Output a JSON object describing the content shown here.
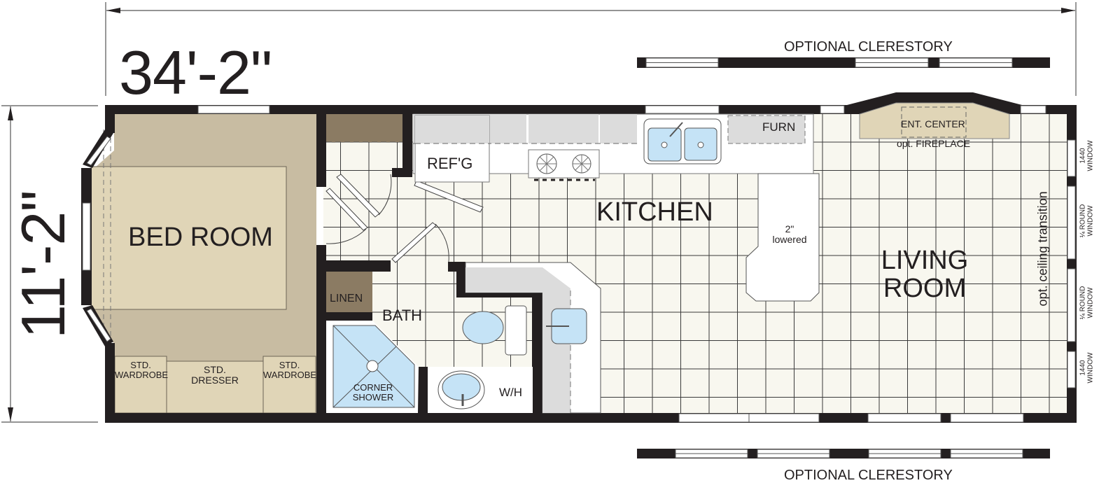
{
  "dimensions": {
    "overall_length": "34'-2\"",
    "overall_width": "11'-2\""
  },
  "clerestory": {
    "top_label": "OPTIONAL CLERESTORY",
    "bottom_label": "OPTIONAL CLERESTORY"
  },
  "rooms": {
    "bedroom": "BED ROOM",
    "kitchen": "KITCHEN",
    "living_line1": "LIVING",
    "living_line2": "ROOM",
    "bath": "BATH"
  },
  "fixtures": {
    "refrigerator": "REF'G",
    "furnace": "FURN",
    "ent_center": "ENT. CENTER",
    "fireplace": "opt. FIREPLACE",
    "island_line1": "2\"",
    "island_line2": "lowered",
    "linen": "LINEN",
    "shower_line1": "CORNER",
    "shower_line2": "SHOWER",
    "water_heater": "W/H",
    "wardrobe_left_line1": "STD.",
    "wardrobe_left_line2": "WARDROBE",
    "dresser_line1": "STD.",
    "dresser_line2": "DRESSER",
    "wardrobe_right_line1": "STD.",
    "wardrobe_right_line2": "WARDROBE"
  },
  "annotations": {
    "ceiling_transition": "opt. ceiling transition",
    "windows": [
      {
        "line1": "1440",
        "line2": "WINDOW"
      },
      {
        "line1": "¼ ROUND",
        "line2": "WINDOW"
      },
      {
        "line1": "¼ ROUND",
        "line2": "WINDOW"
      },
      {
        "line1": "1440",
        "line2": "WINDOW"
      }
    ]
  },
  "colors": {
    "wall": "#231f20",
    "floor_tile": "#f8f7ef",
    "bedroom_carpet": "#c8bca2",
    "bed": "#e0d5b7",
    "closet_dark": "#8b7b63",
    "counter": "#dcdcdc",
    "water_fixture": "#c5e3f6"
  }
}
